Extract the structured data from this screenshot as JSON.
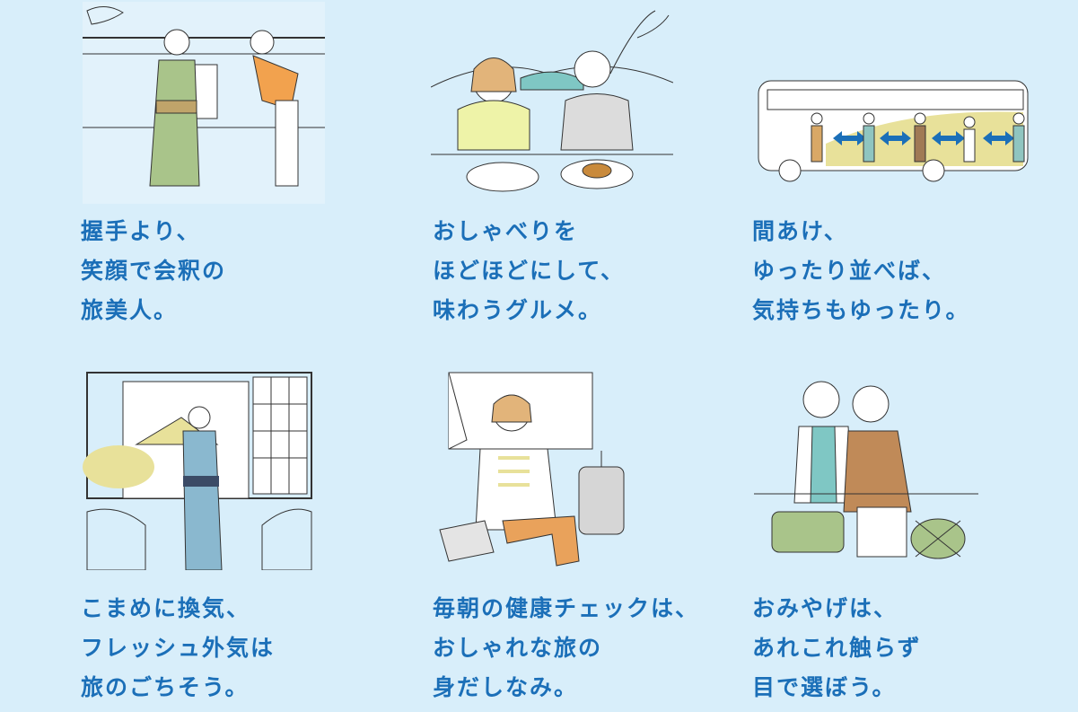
{
  "tips": [
    {
      "icon": "greeting-bow-illustration",
      "lines": [
        "握手より、",
        "笑顔で会釈の",
        "旅美人。"
      ]
    },
    {
      "icon": "dining-illustration",
      "lines": [
        "おしゃべりを",
        "ほどほどにして、",
        "味わうグルメ。"
      ]
    },
    {
      "icon": "bus-queue-illustration",
      "lines": [
        "間あけ、",
        "ゆったり並べば、",
        "気持ちもゆったり。"
      ]
    },
    {
      "icon": "ventilation-window-illustration",
      "lines": [
        "こまめに換気、",
        "フレッシュ外気は",
        "旅のごちそう。"
      ]
    },
    {
      "icon": "health-check-illustration",
      "lines": [
        "毎朝の健康チェックは、",
        "おしゃれな旅の",
        "身だしなみ。"
      ]
    },
    {
      "icon": "souvenir-shopping-illustration",
      "lines": [
        "おみやげは、",
        "あれこれ触らず",
        "目で選ぼう。"
      ]
    }
  ],
  "colors": {
    "background": "#d8eefa",
    "text": "#1b6fb8",
    "accent_green": "#a9c48a",
    "accent_yellow": "#e8e19a",
    "arrow_blue": "#1b6fb8"
  }
}
